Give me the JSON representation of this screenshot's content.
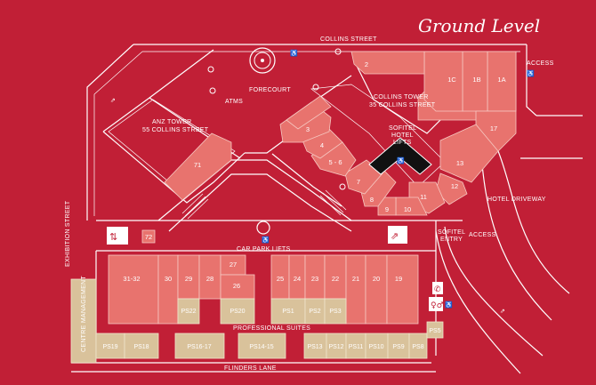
{
  "map": {
    "title": "Ground Level",
    "streets": {
      "collins": "COLLINS STREET",
      "exhibition": "EXHIBITION STREET",
      "flinders": "FLINDERS  LANE",
      "hotel_driveway": "HOTEL DRIVEWAY"
    },
    "buildings": {
      "anz_tower_1": "ANZ TOWER",
      "anz_tower_2": "55 COLLINS STREET",
      "collins_tower_1": "COLLINS TOWER",
      "collins_tower_2": "35 COLLINS STREET",
      "sofitel_lifts_1": "SOFITEL",
      "sofitel_lifts_2": "HOTEL",
      "sofitel_lifts_3": "LIFTS"
    },
    "areas": {
      "forecourt": "FORECOURT",
      "atms": "ATMS",
      "access_top": "ACCESS",
      "access_driveway": "ACCESS",
      "sofitel_entry_1": "SOFITEL",
      "sofitel_entry_2": "ENTRY",
      "car_park_lifts": "CAR PARK LIFTS",
      "professional_suites": "PROFESSIONAL SUITES",
      "centre_management": "CENTRE MANAGEMENT"
    },
    "shops": {
      "s1A": "1A",
      "s1B": "1B",
      "s1C": "1C",
      "s2": "2",
      "s3": "3",
      "s4": "4",
      "s5_6": "5 - 6",
      "s7": "7",
      "s8": "8",
      "s9": "9",
      "s10": "10",
      "s11": "11",
      "s12": "12",
      "s13": "13",
      "s17": "17",
      "s19": "19",
      "s20": "20",
      "s21": "21",
      "s22": "22",
      "s23": "23",
      "s24": "24",
      "s25": "25",
      "s26": "26",
      "s27": "27",
      "s28": "28",
      "s29": "29",
      "s30": "30",
      "s31_32": "31-32",
      "s71": "71",
      "s72": "72"
    },
    "suites": {
      "PS1": "PS1",
      "PS2": "PS2",
      "PS3": "PS3",
      "PS5": "PS5",
      "PS8": "PS8",
      "PS9": "PS9",
      "PS10": "PS10",
      "PS11": "PS11",
      "PS12": "PS12",
      "PS13": "PS13",
      "PS14_15": "PS14-15",
      "PS16_17": "PS16-17",
      "PS18": "PS18",
      "PS19": "PS19",
      "PS20": "PS20",
      "PS22": "PS22"
    },
    "icons": [
      "wheelchair-icon",
      "escalator-icon",
      "lift-icon",
      "phone-icon",
      "toilets-icon",
      "fountain-icon"
    ],
    "colors": {
      "background": "#c11f36",
      "shop": "#e8736e",
      "suite": "#d9c29b",
      "lines": "#ffffff",
      "lift_core": "#111111"
    }
  }
}
